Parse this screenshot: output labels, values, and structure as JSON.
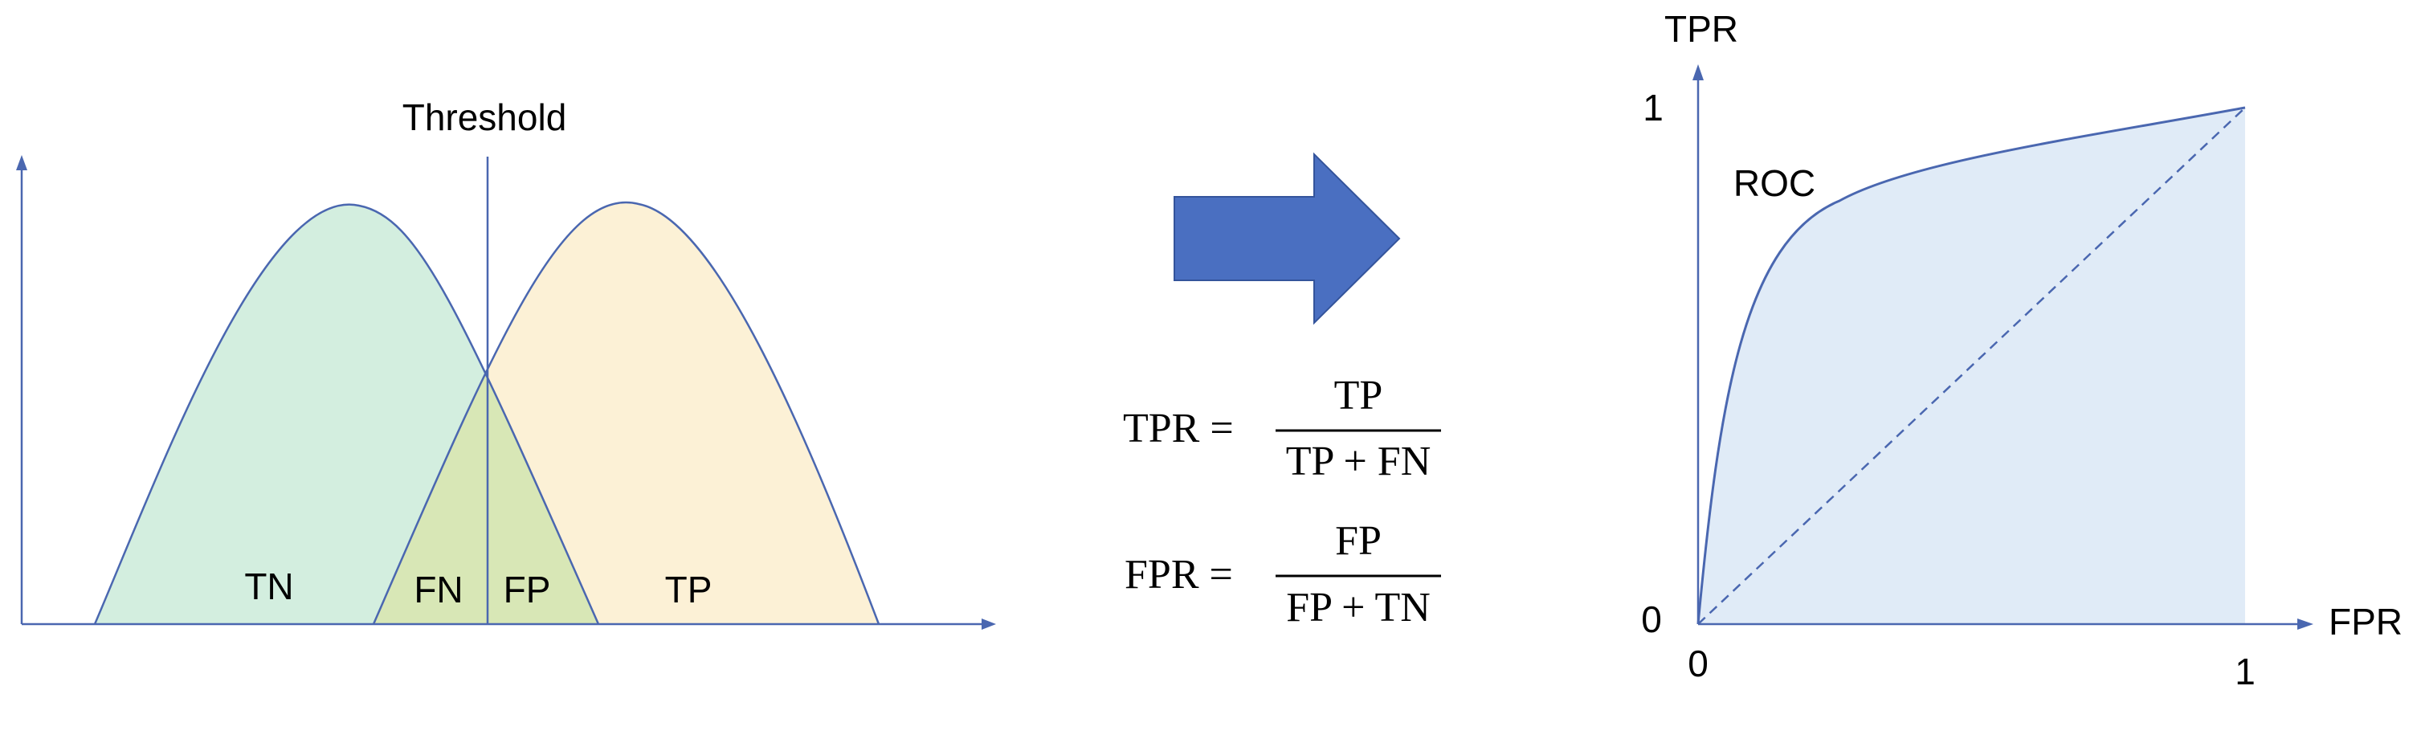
{
  "distribution_plot": {
    "threshold_label": "Threshold",
    "regions": {
      "tn": "TN",
      "fn": "FN",
      "fp": "FP",
      "tp": "TP"
    },
    "colors": {
      "negative_fill": "#d3eedf",
      "positive_fill": "#fcf1d6",
      "overlap_fill": "#d8e7b6",
      "line": "#4a67b0"
    }
  },
  "arrow": {
    "icon": "right-arrow-icon",
    "color": "#4a6fc1"
  },
  "formulas": {
    "tpr": {
      "lhs": "TPR =",
      "numerator": "TP",
      "denominator": "TP + FN"
    },
    "fpr": {
      "lhs": "FPR =",
      "numerator": "FP",
      "denominator": "FP + TN"
    }
  },
  "roc_plot": {
    "x_label": "FPR",
    "y_label": "TPR",
    "curve_label": "ROC",
    "y_tick_top": "1",
    "y_tick_origin": "0",
    "x_tick_origin": "0",
    "x_tick_right": "1",
    "colors": {
      "auc_fill": "#e0ebf7",
      "line": "#4a67b0"
    }
  }
}
